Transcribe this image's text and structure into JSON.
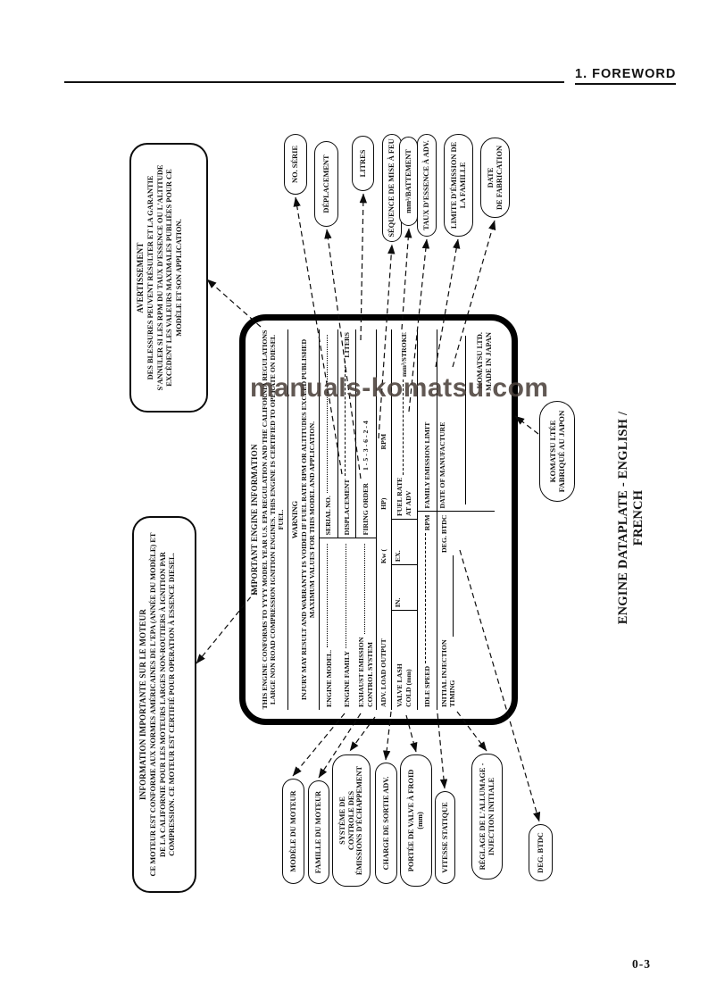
{
  "header": {
    "title": "1.  FOREWORD"
  },
  "page_number": "0-3",
  "watermark": "manuals-komatsu.com",
  "caption": "ENGINE DATAPLATE - ENGLISH / FRENCH",
  "callouts": {
    "warning": {
      "title": "AVERTISSEMENT",
      "body": "DES BLESSURES PEUVENT RÉSULTER ET LA GARANTIE S'ANNULER SI LES RPM DU TAUX D'ESSENCE OU L'ALTITUDE EXCÈDENT LES VALEURS MAXIMALES PUBLIÉES POUR CE MODÈLE ET SON APPLICATION."
    },
    "info": {
      "title": "INFORMATION IMPORTANTE SUR LE MOTEUR",
      "body": "CE MOTEUR EST CONFORME AUX NORMES AMÉRICAINES DE L'EPA (ANNÉE DU MODÈLE) ET DE LA CALIFORNIE POUR LES MOTEURS LARGES NON-ROUTIERS À IGNITION PAR COMPRESSION. CE MOTEUR EST CERTIFIÉ POUR OPERATION À ESSENCE DIESEL."
    }
  },
  "plate": {
    "title": "IMPORTANT ENGINE INFORMATION",
    "para1": "THIS ENGINE CONFORMS TO YYYY MODEL YEAR U.S. EPA REGULATION AND THE CALIFORNIA REGULATIONS LARGE NON ROAD COMPRESSION IGNITION ENGINES. THIS ENGINE IS CERTIFIED TO OPERATE ON DIESEL FUEL.",
    "warning": "WARNING",
    "para2": "INJURY MAY RESULT AND WARRANTY IS VOIDED IF FUEL RATE RPM OR ALTITUDES EXCEED PUBLISHED MAXIMUM VALUES FOR THIS MODEL AND APPLICATION.",
    "engine_model": "ENGINE MODEL.",
    "serial_no": "SERIAL NO.",
    "engine_family": "ENGINE FAMILY",
    "displacement": "DISPLACEMENT",
    "liters": "LITERS",
    "exhaust_emission": "EXHAUST EMISSION\nCONTROL SYSTEM",
    "firing_order": "FIRING ORDER",
    "firing_order_value": "1 - 5 - 3 - 6 - 2 - 4",
    "adv_load_output": "ADV. LOAD OUTPUT",
    "kw": "Kw (",
    "hp": "HP)",
    "rpm": "RPM",
    "valve_lash": "VALVE LASH\nCOLD (mm)",
    "in": "IN.",
    "ex": "EX.",
    "fuel_rate": "FUEL RATE\nAT ADV",
    "stroke": "mm³/STROKE",
    "idle_speed": "IDLE SPEED",
    "idle_rpm": "RPM",
    "family_emission_limit": "FAMILY EMISSION LIMIT",
    "initial_injection": "INITIAL INJECTION\nTIMING",
    "deg_btdc": "DEG. BTDC",
    "date_of_manufacture": "DATE OF MANUFACTURE",
    "maker": "KOMATSU LTD.\nMADE IN JAPAN"
  },
  "labels_right": [
    "NO. SÉRIE",
    "DÉPLACEMENT",
    "LITRES",
    "SÉQUENCE DE MISE À FEU",
    "mm³/BATTEMENT",
    "TAUX D'ESSENCE À ADV.",
    "LIMITE D'ÉMISSION DE\nLA FAMILLE",
    "DATE\nDE FABRICATION"
  ],
  "labels_left": [
    "MODÈLE DU MOTEUR",
    "FAMILLE DU MOTEUR",
    "SYSTÈME DE\nCONTROLE DES\nÉMISSIONS D'ÉCHAPPEMENT",
    "CHARGE DE SORTIE ADV.",
    "PORTÉE DE VALVE À FROID\n(mm)",
    "VITESSE STATIQUE",
    "RÉGLAGE DE L'ALLUMAGE -\nINJECTION INITIALE",
    "DEG. BTDC"
  ],
  "maker_label": "KOMATSU LTÉE\nFABRIQUÉ AU JAPON"
}
